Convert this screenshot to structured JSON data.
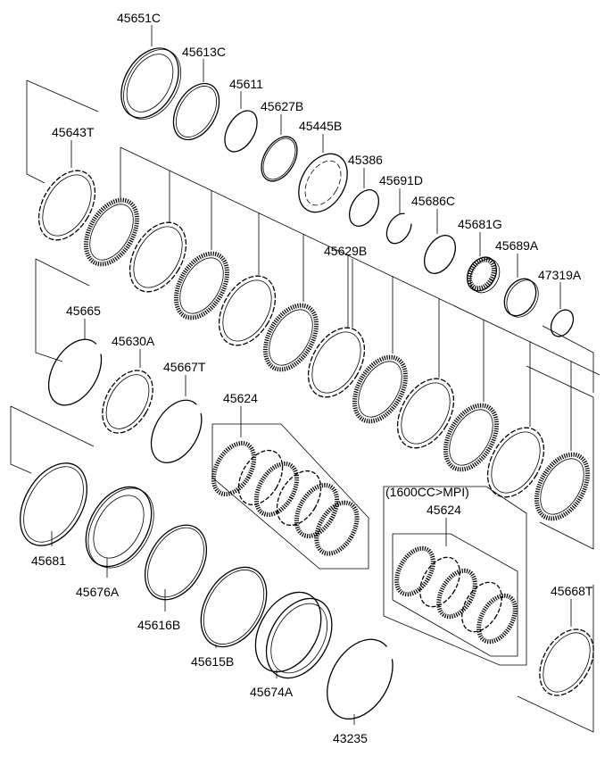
{
  "diagram": {
    "parts": {
      "p45651C": "45651C",
      "p45613C": "45613C",
      "p45611": "45611",
      "p45627B": "45627B",
      "p45445B": "45445B",
      "p45386": "45386",
      "p45691D": "45691D",
      "p45686C": "45686C",
      "p45681G": "45681G",
      "p45689A": "45689A",
      "p47319A": "47319A",
      "p45643T": "45643T",
      "p45629B": "45629B",
      "p45665": "45665",
      "p45630A": "45630A",
      "p45667T": "45667T",
      "p45624a": "45624",
      "variant_note": "(1600CC>MPI)",
      "p45624b": "45624",
      "p45681": "45681",
      "p45676A": "45676A",
      "p45616B": "45616B",
      "p45615B": "45615B",
      "p45674A": "45674A",
      "p43235": "43235",
      "p45668T": "45668T"
    }
  }
}
